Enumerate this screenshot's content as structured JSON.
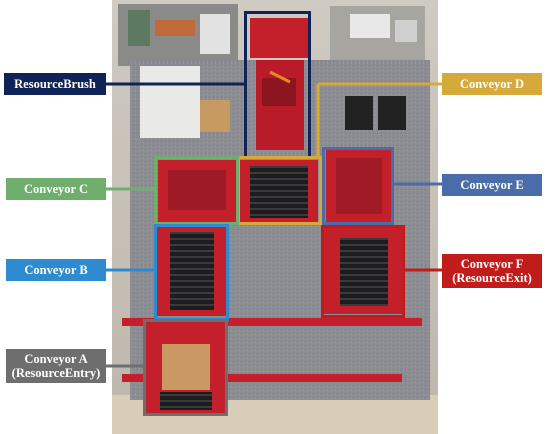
{
  "labels": {
    "resource_brush": {
      "text": "ResourceBrush",
      "color": "#0f2357"
    },
    "conveyor_d": {
      "text": "Conveyor D",
      "color": "#d5aa3a"
    },
    "conveyor_c": {
      "text": "Conveyor C",
      "color": "#6fae6c"
    },
    "conveyor_e": {
      "text": "Conveyor E",
      "color": "#4a6ca9"
    },
    "conveyor_b": {
      "text": "Conveyor B",
      "color": "#2e8bd0"
    },
    "conveyor_f_line1": "Conveyor F",
    "conveyor_f_line2": "(ResourceExit)",
    "conveyor_f_color": "#c01c1c",
    "conveyor_a_line1": "Conveyor A",
    "conveyor_a_line2": "(ResourceEntry)",
    "conveyor_a_color": "#6e6e6e"
  },
  "photo": {
    "icons": [
      "factory-model-photo"
    ]
  }
}
